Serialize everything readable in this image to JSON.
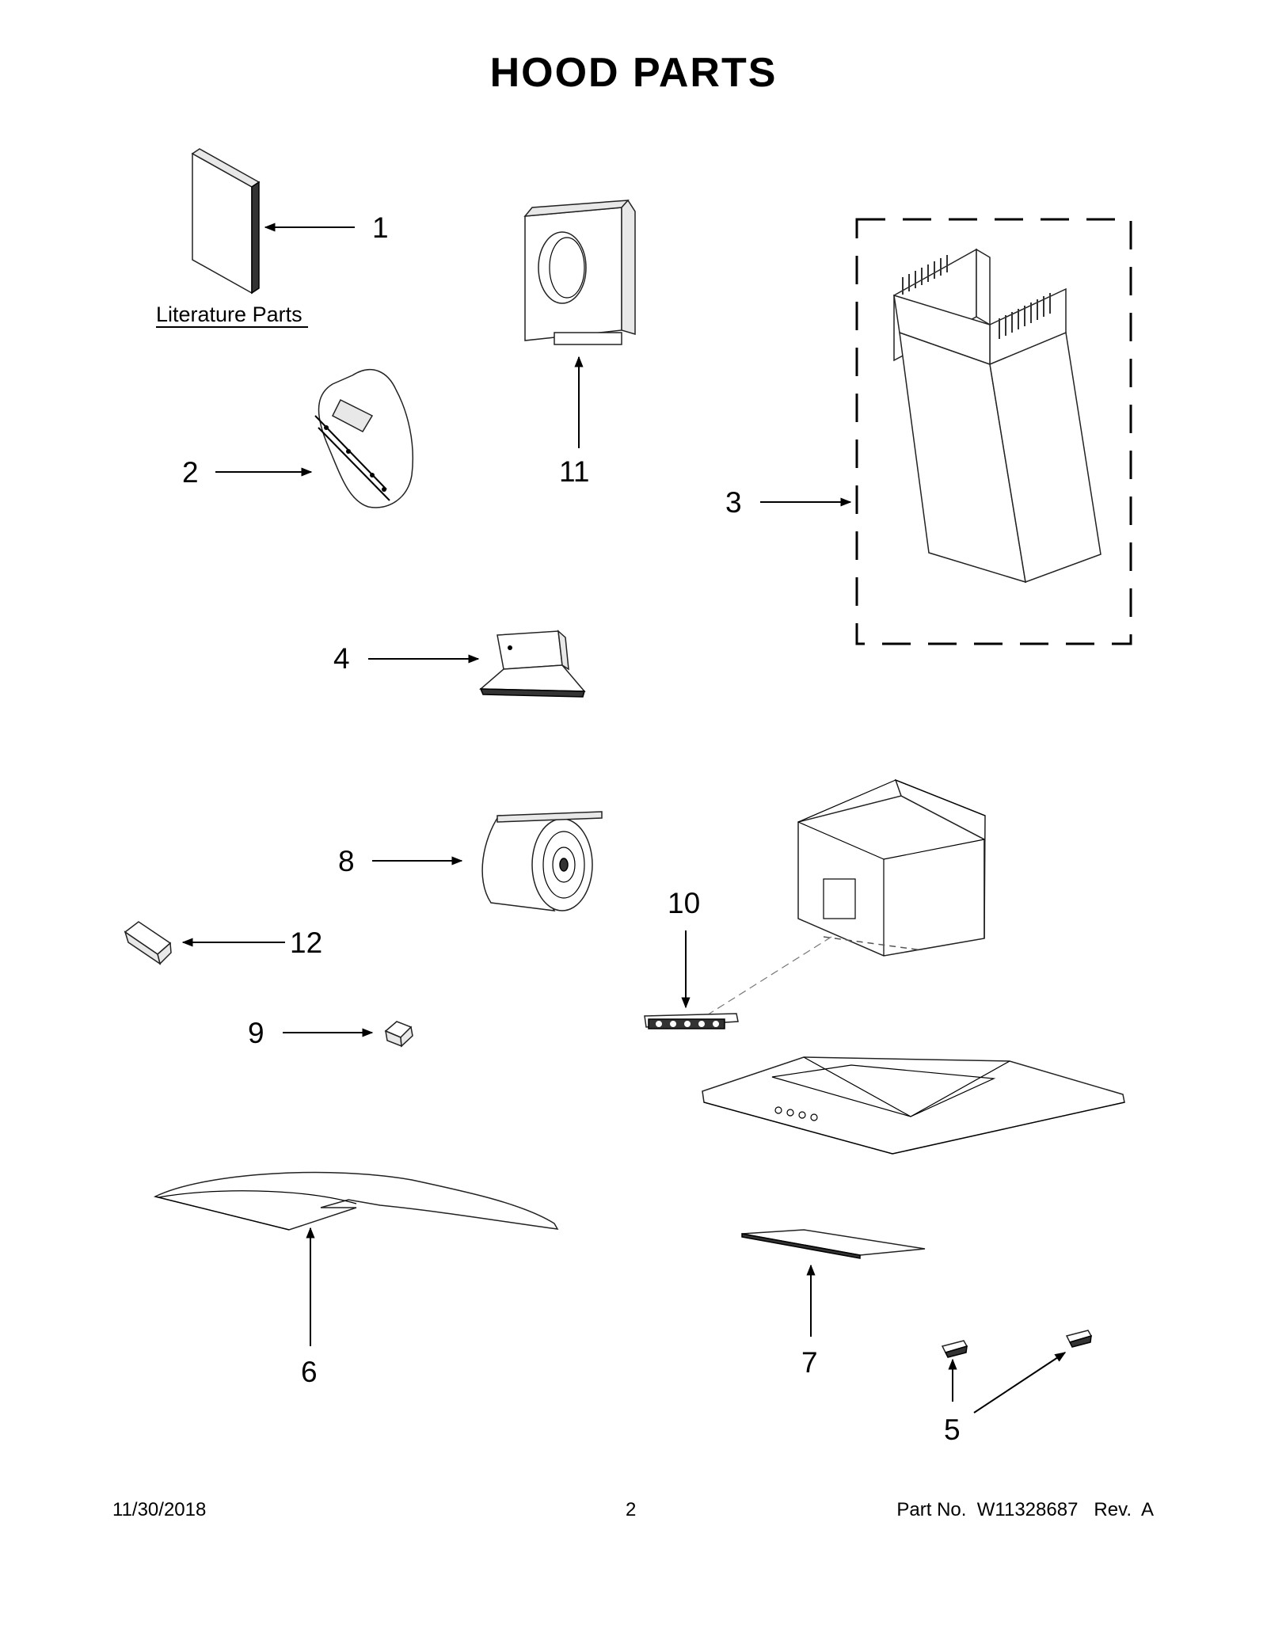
{
  "title": "HOOD PARTS",
  "literature_label": "Literature Parts",
  "callouts": {
    "c1": "1",
    "c2": "2",
    "c3": "3",
    "c4": "4",
    "c5": "5",
    "c6": "6",
    "c7": "7",
    "c8": "8",
    "c9": "9",
    "c10": "10",
    "c11": "11",
    "c12": "12"
  },
  "footer": {
    "date": "11/30/2018",
    "page": "2",
    "part_no": "Part No.  W11328687   Rev.  A"
  }
}
